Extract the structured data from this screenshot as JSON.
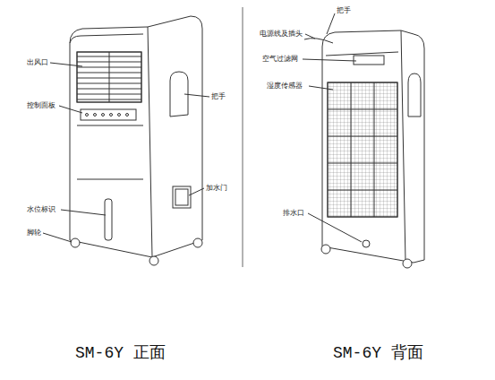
{
  "diagram": {
    "labels": [
      "出风口",
      "控制面板",
      "水位标识",
      "脚轮",
      "把手",
      "加水门",
      "把手",
      "电源线及插头",
      "空气过滤网",
      "湿度传感器",
      "排水口",
      "SM-6Y 正面",
      "SM-6Y 背面"
    ]
  }
}
